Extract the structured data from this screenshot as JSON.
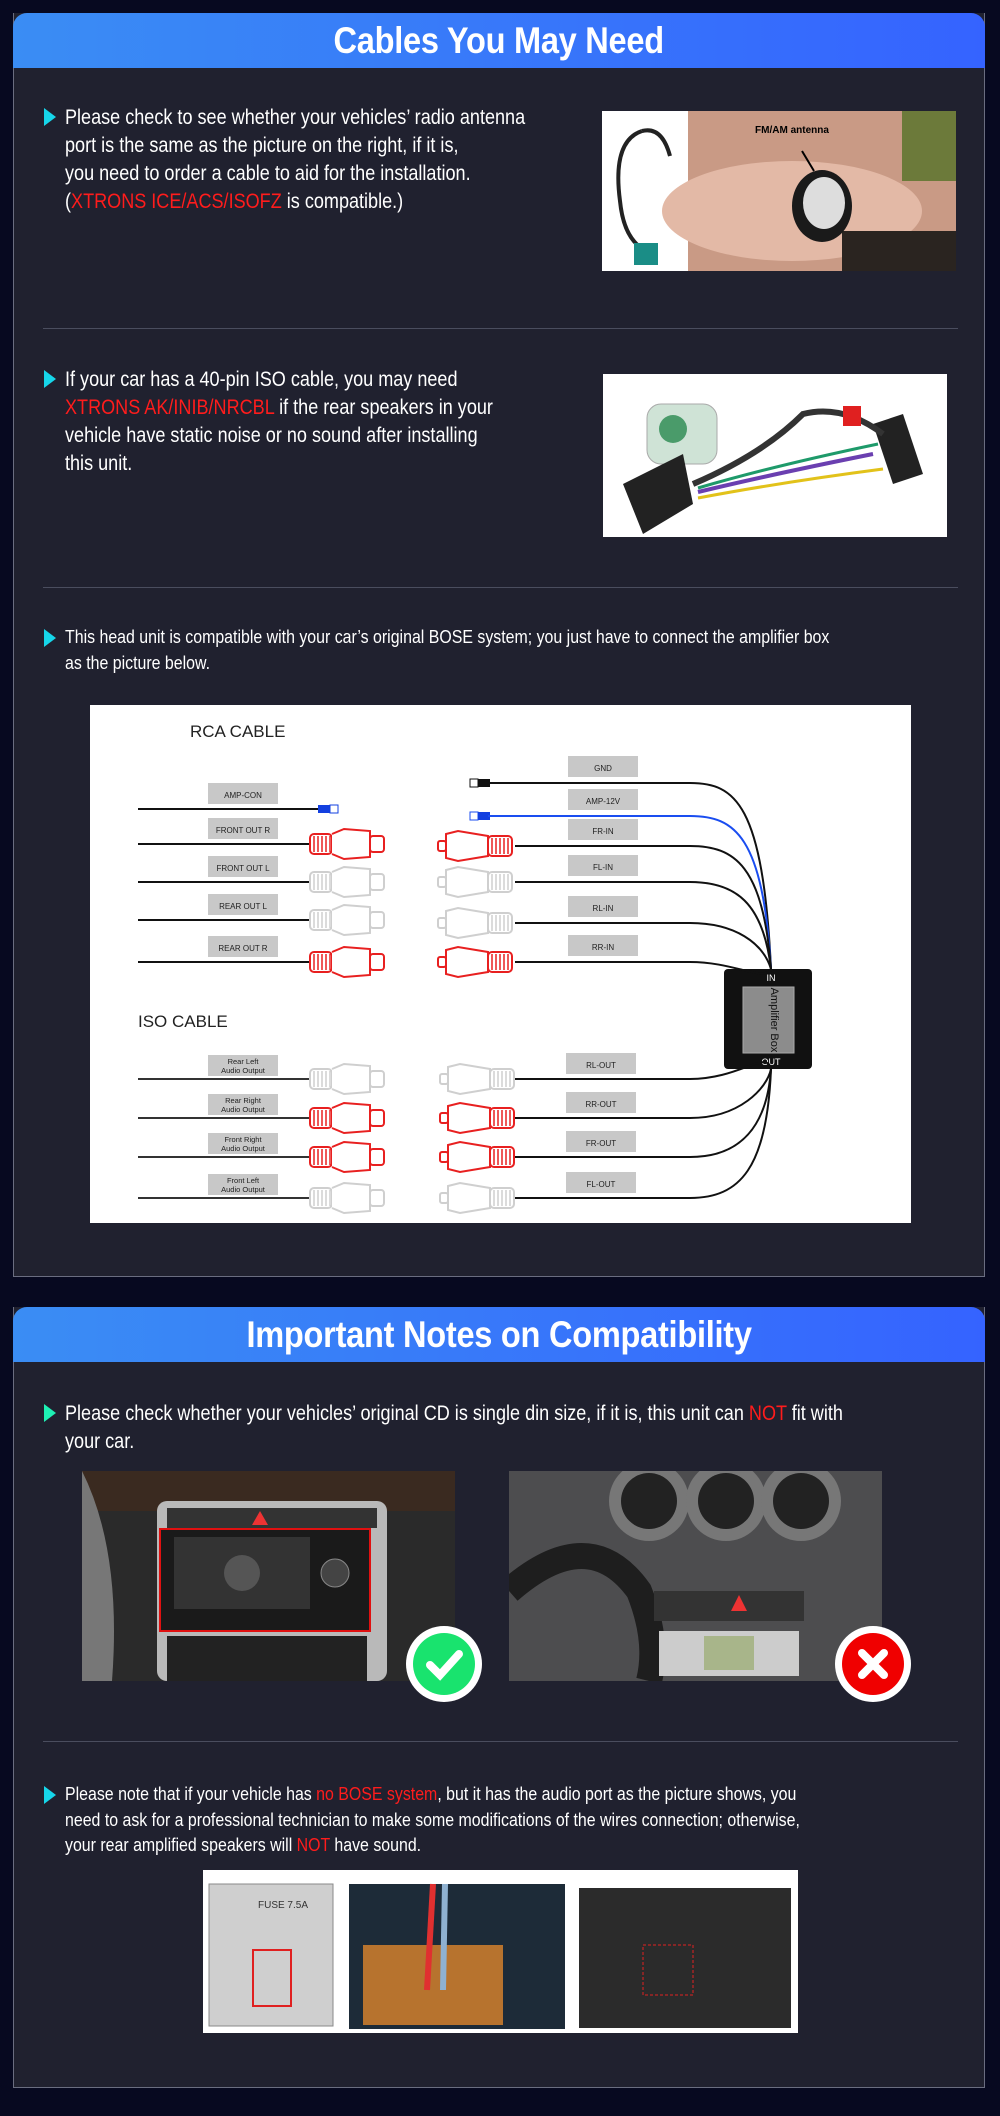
{
  "cables_section": {
    "title": "Cables You May Need",
    "item1": {
      "lines": [
        [
          "Please check to see whether your vehicles’ radio antenna"
        ],
        [
          "port is the same as the picture on the right, if it is,"
        ],
        [
          "you need to order a cable to aid for the installation."
        ],
        [
          "(",
          "XTRONS ICE/ACS/ISOFZ",
          " is compatible.)"
        ]
      ],
      "image_label": "FM/AM antenna"
    },
    "item2": {
      "lines": [
        [
          "If your car has a 40-pin ISO cable, you may need"
        ],
        [
          "XTRONS AK/INIB/NRCBL",
          " if the rear speakers in your"
        ],
        [
          "vehicle have static noise or no sound after installing"
        ],
        [
          "this unit."
        ]
      ]
    },
    "item3": {
      "lines": [
        [
          "This head unit is compatible with your car’s original BOSE system; you just have to connect the amplifier box"
        ],
        [
          "as the picture below."
        ]
      ]
    },
    "diagram": {
      "rca_title": "RCA CABLE",
      "iso_title": "ISO CABLE",
      "box_label": "Amplifier Box",
      "in_label": "IN",
      "out_label": "OUT",
      "rca_left": [
        {
          "label": "AMP-CON",
          "type": "blue"
        },
        {
          "label": "FRONT OUT R",
          "type": "red"
        },
        {
          "label": "FRONT OUT L",
          "type": "white"
        },
        {
          "label": "REAR OUT L",
          "type": "white"
        },
        {
          "label": "REAR OUT R",
          "type": "red"
        }
      ],
      "rca_right": [
        {
          "label": "GND",
          "type": "black"
        },
        {
          "label": "AMP-12V",
          "type": "blue"
        },
        {
          "label": "FR-IN",
          "type": "red"
        },
        {
          "label": "FL-IN",
          "type": "white"
        },
        {
          "label": "RL-IN",
          "type": "white"
        },
        {
          "label": "RR-IN",
          "type": "red"
        }
      ],
      "iso_left": [
        {
          "label": [
            "Rear Left",
            "Audio Output"
          ],
          "type": "white"
        },
        {
          "label": [
            "Rear Right",
            "Audio Output"
          ],
          "type": "red"
        },
        {
          "label": [
            "Front Right",
            "Audio Output"
          ],
          "type": "red"
        },
        {
          "label": [
            "Front Left",
            "Audio Output"
          ],
          "type": "white"
        }
      ],
      "iso_right": [
        {
          "label": "RL-OUT",
          "type": "white"
        },
        {
          "label": "RR-OUT",
          "type": "red"
        },
        {
          "label": "FR-OUT",
          "type": "red"
        },
        {
          "label": "FL-OUT",
          "type": "white"
        }
      ]
    }
  },
  "compat_section": {
    "title": "Important Notes on Compatibility",
    "item1": {
      "lines": [
        [
          "Please check whether your vehicles’ original CD is single din size, if it is, this unit can ",
          "NOT",
          " fit with"
        ],
        [
          "your car."
        ]
      ],
      "good_icon": "check-icon",
      "bad_icon": "cross-icon"
    },
    "item2": {
      "lines": [
        [
          "Please note that if your vehicle has ",
          "no BOSE system",
          ", but it has the audio port as the picture shows, you"
        ],
        [
          "need to ask for a professional technician to make some modifications of the wires connection; otherwise,"
        ],
        [
          "your rear amplified speakers will ",
          "NOT",
          " have sound."
        ]
      ],
      "fuse_label": "FUSE 7.5A"
    }
  },
  "colors": {
    "accent_red": "#ff1c1c",
    "bullet": "#16d6ea",
    "header_start": "#3a8df4",
    "header_end": "#3563ff",
    "ok": "#19e36e",
    "bad": "#f00000"
  }
}
